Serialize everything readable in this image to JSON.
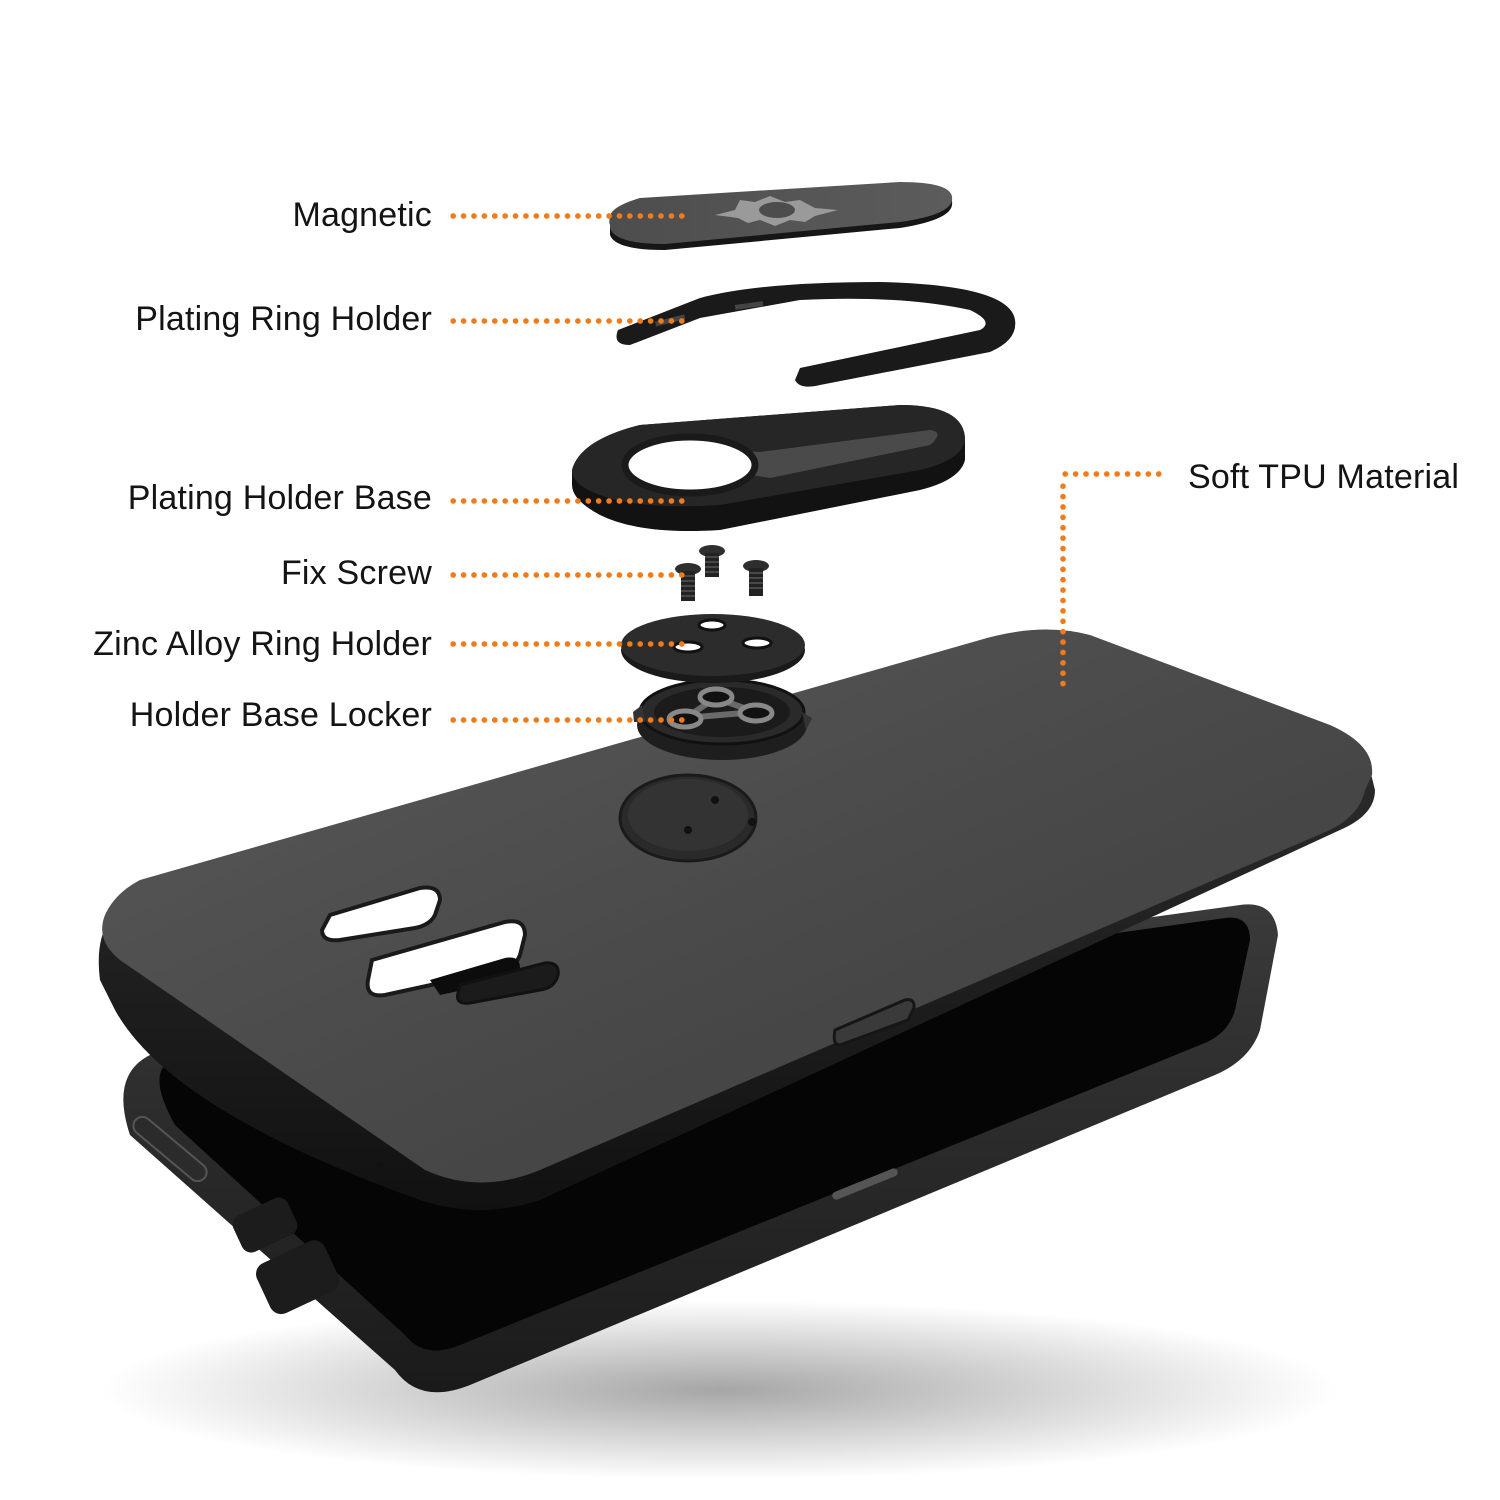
{
  "diagram": {
    "type": "exploded-product-view",
    "accent_color": "#F07B1A",
    "text_color": "#141414",
    "callouts": [
      {
        "id": "magnetic",
        "label": "Magnetic"
      },
      {
        "id": "plating-ring-holder",
        "label": "Plating Ring Holder"
      },
      {
        "id": "plating-holder-base",
        "label": "Plating Holder Base"
      },
      {
        "id": "fix-screw",
        "label": "Fix Screw"
      },
      {
        "id": "zinc-alloy-ring-holder",
        "label": "Zinc Alloy Ring Holder"
      },
      {
        "id": "holder-base-locker",
        "label": "Holder Base Locker"
      },
      {
        "id": "soft-tpu-material",
        "label": "Soft TPU Material"
      }
    ],
    "components": [
      "magnetic-plate",
      "plating-ring-holder",
      "plating-holder-base",
      "fix-screws",
      "zinc-alloy-ring-holder",
      "holder-base-locker",
      "base-plate",
      "phone-case",
      "phone"
    ]
  }
}
